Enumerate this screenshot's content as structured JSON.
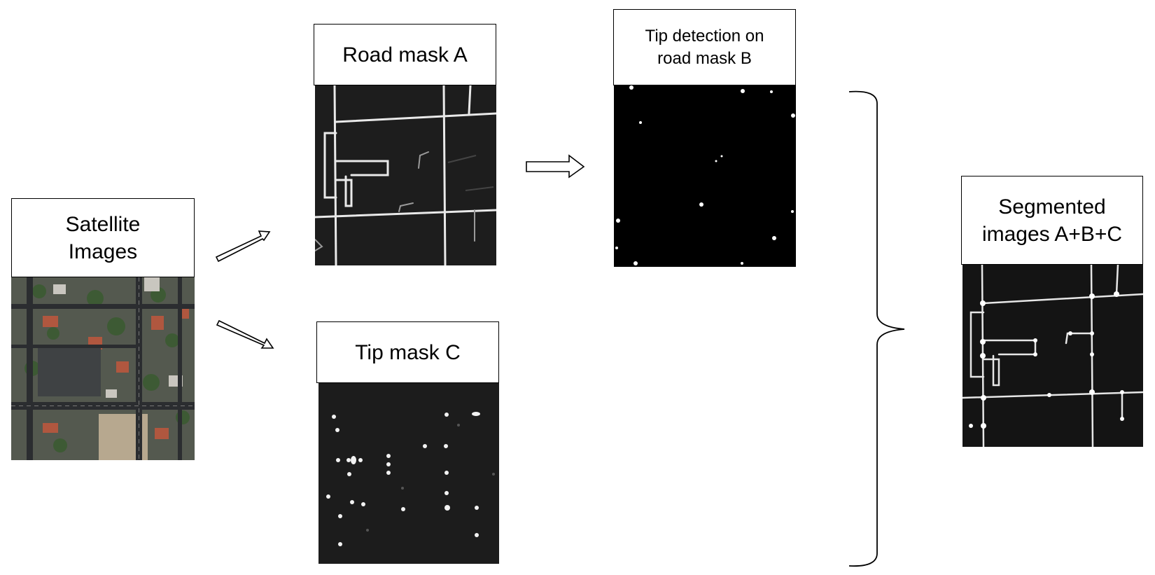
{
  "stages": {
    "satellite": {
      "label": "Satellite\nImages"
    },
    "road_mask": {
      "label": "Road mask A"
    },
    "tip_mask": {
      "label": "Tip mask C"
    },
    "tip_detection": {
      "label": "Tip detection on\nroad mask B"
    },
    "segmented": {
      "label": "Segmented\nimages A+B+C"
    }
  },
  "connectors": [
    {
      "from": "satellite",
      "to": "road_mask",
      "shape": "arrow"
    },
    {
      "from": "satellite",
      "to": "tip_mask",
      "shape": "arrow"
    },
    {
      "from": "road_mask",
      "to": "tip_detection",
      "shape": "arrow"
    },
    {
      "from": [
        "road_mask",
        "tip_mask",
        "tip_detection"
      ],
      "to": "segmented",
      "shape": "curly-brace"
    }
  ]
}
